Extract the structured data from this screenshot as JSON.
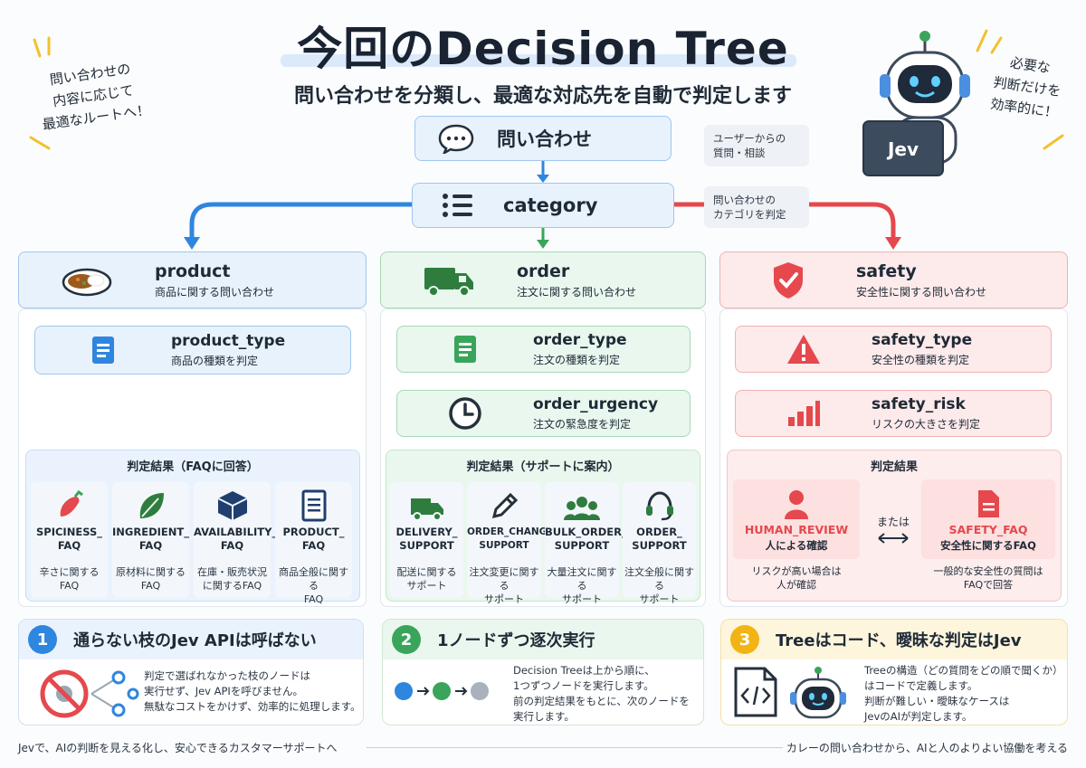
{
  "title": "今回のDecision Tree",
  "subtitle": "問い合わせを分類し、最適な対応先を自動で判定します",
  "side_note_left": [
    "問い合わせの",
    "内容に応じて",
    "最適なルートへ！"
  ],
  "side_note_right": [
    "必要な",
    "判断だけを",
    "効率的に！"
  ],
  "robot_label": "Jev",
  "root": {
    "label": "問い合わせ",
    "note": [
      "ユーザーからの",
      "質問・相談"
    ]
  },
  "category": {
    "label": "category",
    "note": [
      "問い合わせの",
      "カテゴリを判定"
    ]
  },
  "branches": {
    "product": {
      "label": "product",
      "desc": "商品に関する問い合わせ",
      "type": {
        "label": "product_type",
        "desc": "商品の種類を判定"
      },
      "result_title": "判定結果（FAQに回答）",
      "cards": [
        {
          "name1": "SPICINESS_",
          "name2": "FAQ",
          "d1": "辛さに関する",
          "d2": "FAQ",
          "icon": "chili-icon"
        },
        {
          "name1": "INGREDIENT_",
          "name2": "FAQ",
          "d1": "原材料に関する",
          "d2": "FAQ",
          "icon": "leaf-icon"
        },
        {
          "name1": "AVAILABILITY_",
          "name2": "FAQ",
          "d1": "在庫・販売状況",
          "d2": "に関するFAQ",
          "icon": "box-icon"
        },
        {
          "name1": "PRODUCT_",
          "name2": "FAQ",
          "d1": "商品全般に関する",
          "d2": "FAQ",
          "icon": "document-icon"
        }
      ]
    },
    "order": {
      "label": "order",
      "desc": "注文に関する問い合わせ",
      "type": {
        "label": "order_type",
        "desc": "注文の種類を判定"
      },
      "urgency": {
        "label": "order_urgency",
        "desc": "注文の緊急度を判定"
      },
      "result_title": "判定結果（サポートに案内）",
      "cards": [
        {
          "name1": "DELIVERY_",
          "name2": "SUPPORT",
          "d1": "配送に関する",
          "d2": "サポート",
          "icon": "truck-icon"
        },
        {
          "name1": "ORDER_CHANGE_",
          "name2": "SUPPORT",
          "d1": "注文変更に関する",
          "d2": "サポート",
          "icon": "pencil-icon"
        },
        {
          "name1": "BULK_ORDER_",
          "name2": "SUPPORT",
          "d1": "大量注文に関する",
          "d2": "サポート",
          "icon": "group-icon"
        },
        {
          "name1": "ORDER_",
          "name2": "SUPPORT",
          "d1": "注文全般に関する",
          "d2": "サポート",
          "icon": "headset-icon"
        }
      ]
    },
    "safety": {
      "label": "safety",
      "desc": "安全性に関する問い合わせ",
      "type": {
        "label": "safety_type",
        "desc": "安全性の種類を判定"
      },
      "risk": {
        "label": "safety_risk",
        "desc": "リスクの大きさを判定"
      },
      "result_title": "判定結果",
      "human": {
        "name": "HUMAN_REVIEW",
        "sub": "人による確認",
        "d1": "リスクが高い場合は",
        "d2": "人が確認"
      },
      "or_label": "または",
      "faq": {
        "name": "SAFETY_FAQ",
        "sub": "安全性に関するFAQ",
        "d1": "一般的な安全性の質問は",
        "d2": "FAQで回答"
      }
    }
  },
  "points": [
    {
      "num": "1",
      "title": "通らない枝のJev APIは呼ばない",
      "lines": [
        "判定で選ばれなかった枝のノードは",
        "実行せず、Jev APIを呼びません。",
        "無駄なコストをかけず、効率的に処理します。"
      ]
    },
    {
      "num": "2",
      "title": "1ノードずつ逐次実行",
      "lines": [
        "Decision Treeは上から順に、",
        "1つずつノードを実行します。",
        "前の判定結果をもとに、次のノードを",
        "実行します。"
      ]
    },
    {
      "num": "3",
      "title": "Treeはコード、曖昧な判定はJev",
      "lines": [
        "Treeの構造（どの質問をどの順で聞くか）",
        "はコードで定義します。",
        "判断が難しい・曖昧なケースは",
        "JevのAIが判定します。"
      ]
    }
  ],
  "footer_left": "Jevで、AIの判断を見える化し、安心できるカスタマーサポートへ",
  "footer_right": "カレーの問い合わせから、AIと人のよりよい協働を考える",
  "colors": {
    "blue": "#2f86de",
    "green": "#3aa55a",
    "red": "#e5484d",
    "yellow": "#f2b415"
  }
}
